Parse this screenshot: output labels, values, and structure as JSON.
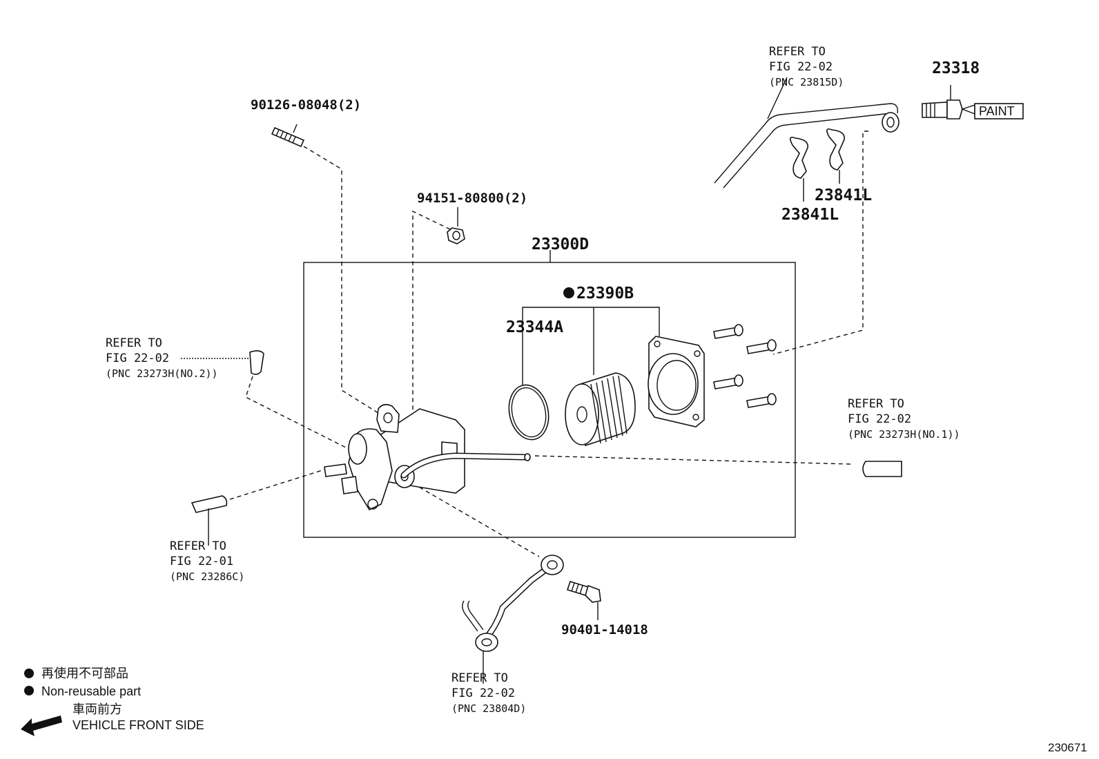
{
  "labels": {
    "bolt_90126": "90126-08048(2)",
    "nut_94151": "94151-80800(2)",
    "assembly": "23300D",
    "filter_element": "23390B",
    "o_ring": "23344A",
    "union_bolt_23318": "23318",
    "paint": "PAINT",
    "clamp_a": "23841L",
    "clamp_b": "23841L",
    "bolt_90401": "90401-14018",
    "figure_number": "230671"
  },
  "refs": {
    "top": {
      "line1": "REFER TO",
      "line2": "FIG 22-02",
      "line3": "(PNC 23815D)"
    },
    "left": {
      "line1": "REFER TO",
      "line2": "FIG 22-02",
      "line3": "(PNC 23273H(NO.2))"
    },
    "right": {
      "line1": "REFER TO",
      "line2": "FIG 22-02",
      "line3": "(PNC 23273H(NO.1))"
    },
    "bottom_left": {
      "line1": "REFER TO",
      "line2": "FIG 22-01",
      "line3": "(PNC 23286C)"
    },
    "bottom": {
      "line1": "REFER TO",
      "line2": "FIG 22-02",
      "line3": "(PNC 23804D)"
    }
  },
  "legend": {
    "non_reusable_jp": "再使用不可部品",
    "non_reusable_en": "Non-reusable part",
    "front_jp": "車両前方",
    "front_en": "VEHICLE FRONT SIDE",
    "bullet_icon": "filled-circle",
    "arrow_icon": "arrow-left"
  }
}
